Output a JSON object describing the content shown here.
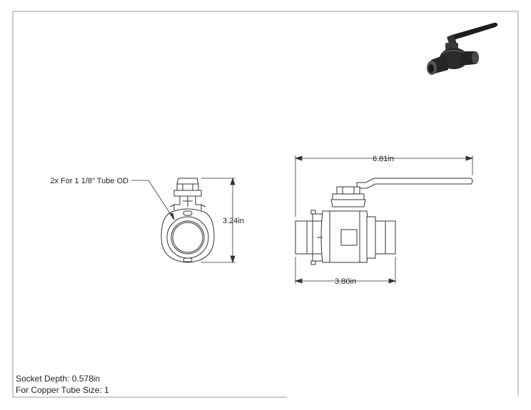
{
  "drawing": {
    "callout_tube": "2x For 1 1/8\" Tube OD",
    "dim_height": "3.24in",
    "dim_overall_length": "6.81in",
    "dim_body_length": "3.80in",
    "notes": {
      "socket_depth": "Socket Depth: 0.578in",
      "copper_tube_size": "For Copper Tube Size: 1"
    }
  },
  "colors": {
    "line": "#333333",
    "border": "#999999",
    "thumbnail_body": "#2b2b2b"
  }
}
